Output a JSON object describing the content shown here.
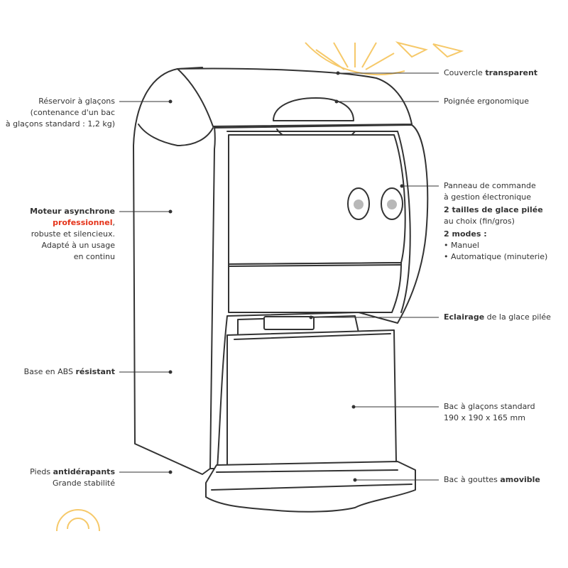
{
  "colors": {
    "outline": "#333333",
    "accent_red": "#e5341b",
    "lemon": "#f6c96a",
    "text": "#333333",
    "button_fill": "#b8b8b8"
  },
  "icons": [
    "lemon-slice-icon"
  ],
  "callouts": {
    "reservoir": {
      "line1": "Réservoir à glaçons",
      "line2": "(contenance d'un bac",
      "line3": "à glaçons standard : 1,2 kg)"
    },
    "motor": {
      "title": "Moteur asynchrone",
      "highlight": "professionnel",
      "comma": ",",
      "line2": "robuste et silencieux.",
      "line3": "Adapté à un usage",
      "line4": "en continu"
    },
    "base": {
      "prefix": "Base en ABS ",
      "bold": "résistant"
    },
    "feet": {
      "prefix": "Pieds ",
      "bold": "antidérapants",
      "line2": "Grande stabilité"
    },
    "lid": {
      "prefix": "Couvercle ",
      "bold": "transparent"
    },
    "handle": {
      "text": "Poignée ergonomique"
    },
    "panel": {
      "line1": "Panneau de commande",
      "line2": "à gestion électronique",
      "sizes_bold": "2 tailles de glace pilée",
      "sizes_rest": "au choix (fin/gros)",
      "modes_bold": "2 modes :",
      "mode1": "• Manuel",
      "mode2": "• Automatique (minuterie)"
    },
    "lighting": {
      "bold": "Eclairage",
      "rest": " de la glace pilée"
    },
    "tray": {
      "line1": "Bac à glaçons standard",
      "line2": "190 x 190 x 165 mm"
    },
    "drip": {
      "prefix": "Bac à gouttes ",
      "bold": "amovible"
    }
  }
}
